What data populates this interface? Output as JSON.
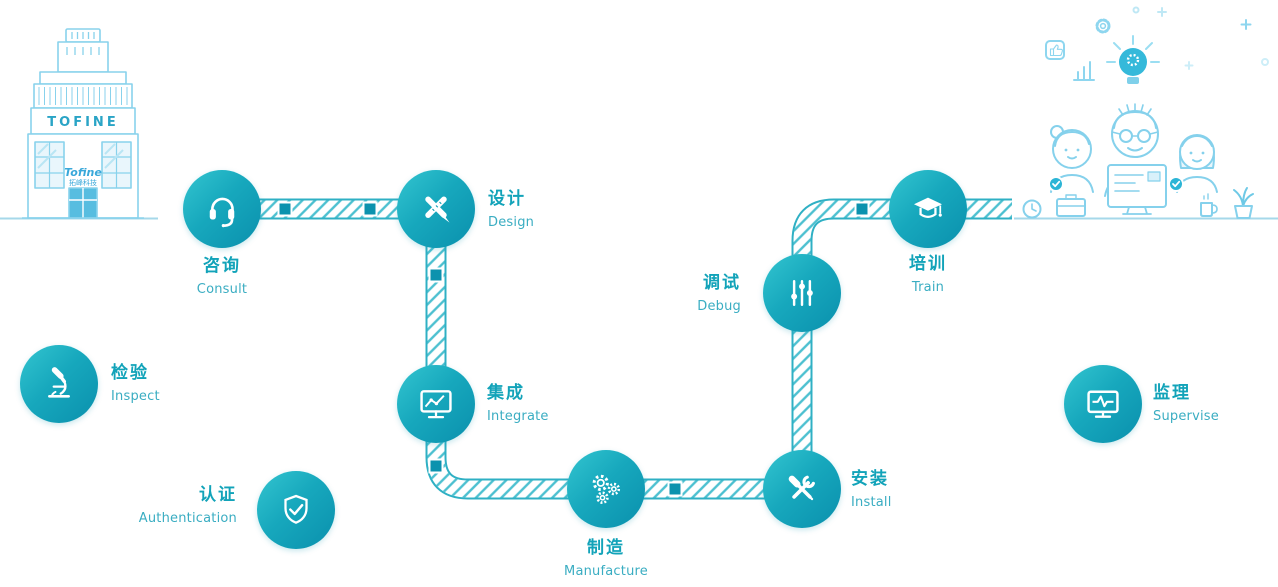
{
  "palette": {
    "node_gradient_start": "#33c5d0",
    "node_gradient_end": "#0a90ad",
    "label_cn": "#12a3b9",
    "label_en": "#3aadc2",
    "path_edge": "#2fb0c4",
    "path_hatch": "#4cc0d0",
    "path_marker": "#0c92ae",
    "line_art": "#85d1ec",
    "accent_teal": "#2cb5d6"
  },
  "building": {
    "sign": "TOFINE",
    "logo": "Tofine",
    "logo_sub": "拓峰科技"
  },
  "steps": [
    {
      "cn": "咨询",
      "en": "Consult"
    },
    {
      "cn": "设计",
      "en": "Design"
    },
    {
      "cn": "集成",
      "en": "Integrate"
    },
    {
      "cn": "制造",
      "en": "Manufacture"
    },
    {
      "cn": "安装",
      "en": "Install"
    },
    {
      "cn": "调试",
      "en": "Debug"
    },
    {
      "cn": "培训",
      "en": "Train"
    }
  ],
  "side_steps": [
    {
      "cn": "检验",
      "en": "Inspect"
    },
    {
      "cn": "认证",
      "en": "Authentication"
    },
    {
      "cn": "监理",
      "en": "Supervise"
    }
  ],
  "icons": {
    "consult": "headset",
    "design": "pencil-ruler-cross",
    "integrate": "monitor-chart",
    "manufacture": "gears",
    "install": "tools-cross",
    "debug": "sliders",
    "train": "graduation-cap",
    "inspect": "microscope",
    "authentication": "shield-check",
    "supervise": "monitor-pulse",
    "scene_left": "office-building",
    "scene_right": "team-with-idea-lightbulb"
  }
}
